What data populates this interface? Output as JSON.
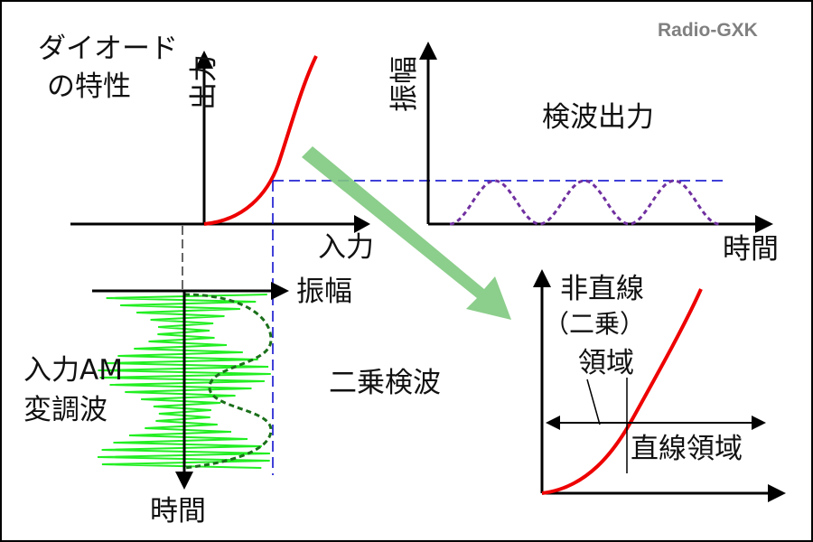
{
  "brand": "Radio-GXK",
  "colors": {
    "curve": "#ee0000",
    "arrow": "#7fc97f",
    "carrier": "#22ee22",
    "envelope": "#1a6f1a",
    "detected": "#7030a0",
    "guide": "#0000cc",
    "axis": "#000000"
  },
  "diode": {
    "title_line1": "ダイオード",
    "title_line2": "の特性",
    "y_label": "出力",
    "x_label": "入力"
  },
  "input": {
    "axis_label": "振幅",
    "time_label": "時間",
    "name_line1": "入力AM",
    "name_line2": "変調波"
  },
  "output": {
    "y_label": "振幅",
    "x_label": "時間",
    "title": "検波出力"
  },
  "method": "二乗検波",
  "inset": {
    "region_line1": "非直線",
    "region_line2": "（二乗）",
    "region_line3": "領域",
    "linear_region": "直線領域"
  }
}
